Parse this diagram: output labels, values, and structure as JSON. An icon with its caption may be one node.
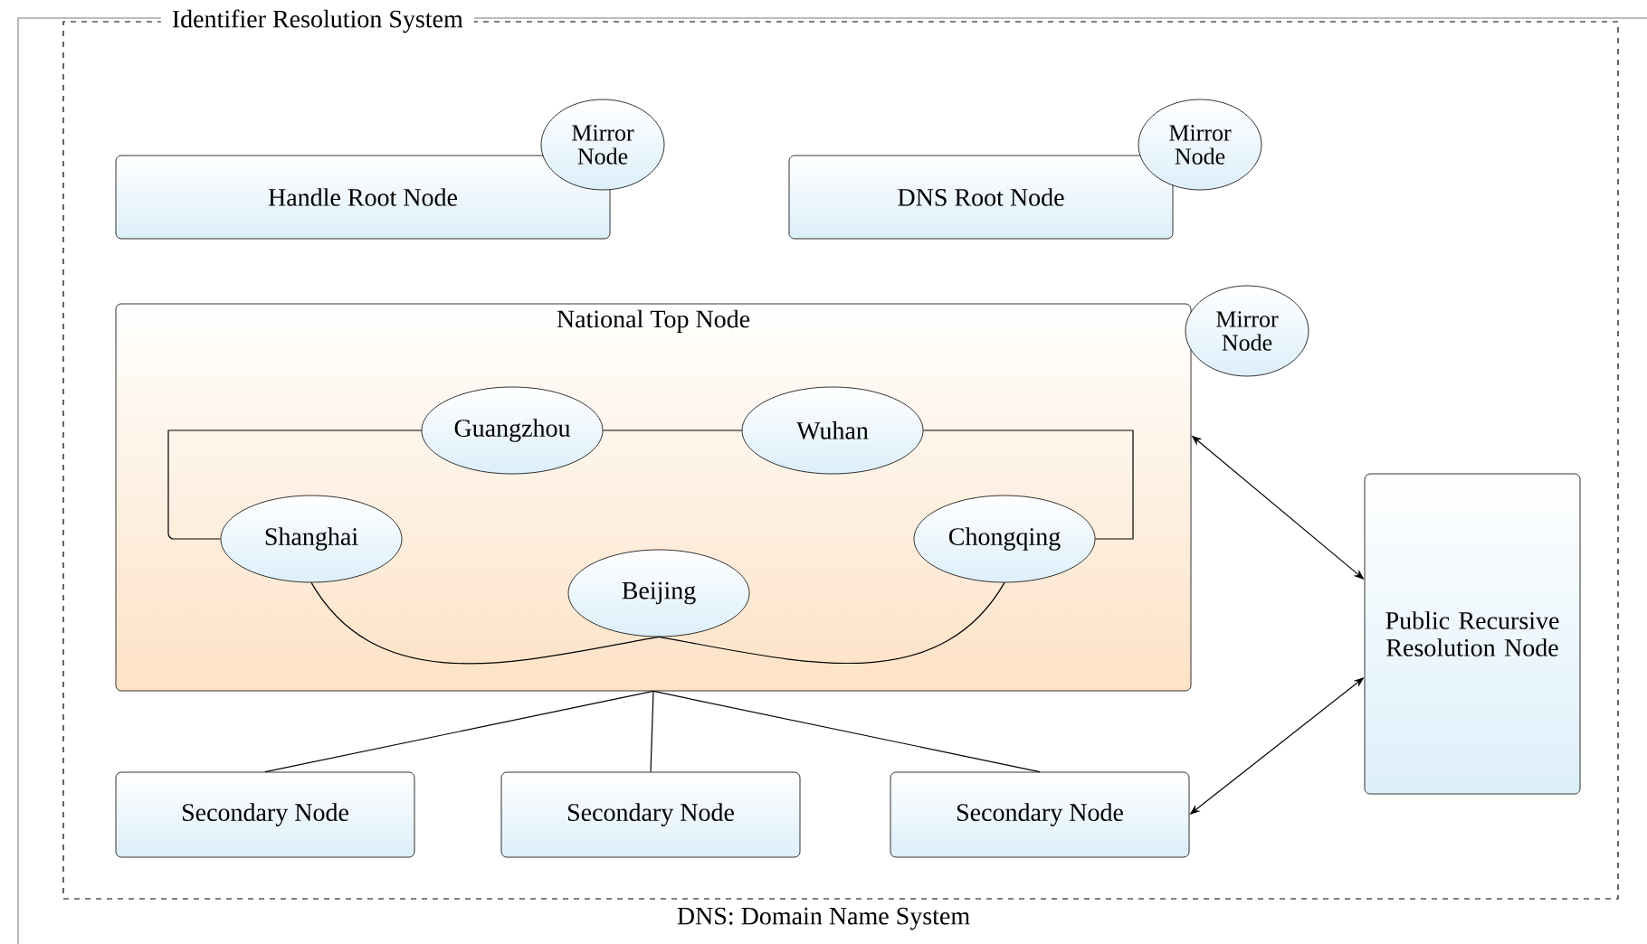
{
  "diagram": {
    "caption": "DNS: Domain Name System",
    "nodes": [
      {
        "text": [
          "Identifier Resolution System"
        ]
      },
      {
        "text": [
          "Handle Root Node"
        ],
        "in": 0
      },
      {
        "text": [
          "Mirror Node"
        ],
        "in": 0
      },
      {
        "text": [
          "DNS Root Node"
        ],
        "in": 0
      },
      {
        "text": [
          "Mirror Node"
        ],
        "in": 0
      },
      {
        "text": [
          "National Top Node"
        ],
        "in": 0
      },
      {
        "text": [
          "Mirror Node"
        ],
        "in": 0
      },
      {
        "text": [
          "Guangzhou"
        ],
        "in": 5
      },
      {
        "text": [
          "Wuhan"
        ],
        "in": 5
      },
      {
        "text": [
          "Shanghai"
        ],
        "in": 5
      },
      {
        "text": [
          "Chongqing"
        ],
        "in": 5
      },
      {
        "text": [
          "Beijing"
        ],
        "in": 5
      },
      {
        "text": [
          "Public Recursive Resolution Node"
        ],
        "in": 0
      },
      {
        "text": [
          "Secondary Node"
        ],
        "in": 0
      },
      {
        "text": [
          "Secondary Node"
        ],
        "in": 0
      },
      {
        "text": [
          "Secondary Node"
        ],
        "in": 0
      }
    ],
    "edges": [
      {
        "from": 7,
        "to": 8,
        "arrow": "none"
      },
      {
        "from": 7,
        "to": 9,
        "arrow": "none"
      },
      {
        "from": 8,
        "to": 10,
        "arrow": "none"
      },
      {
        "from": 9,
        "to": 11,
        "arrow": "none"
      },
      {
        "from": 10,
        "to": 11,
        "arrow": "none"
      },
      {
        "from": 5,
        "to": 13,
        "arrow": "none"
      },
      {
        "from": 5,
        "to": 14,
        "arrow": "none"
      },
      {
        "from": 5,
        "to": 15,
        "arrow": "none"
      },
      {
        "from": 5,
        "to": 12,
        "arrow": "both"
      },
      {
        "from": 15,
        "to": 12,
        "arrow": "both"
      }
    ]
  }
}
